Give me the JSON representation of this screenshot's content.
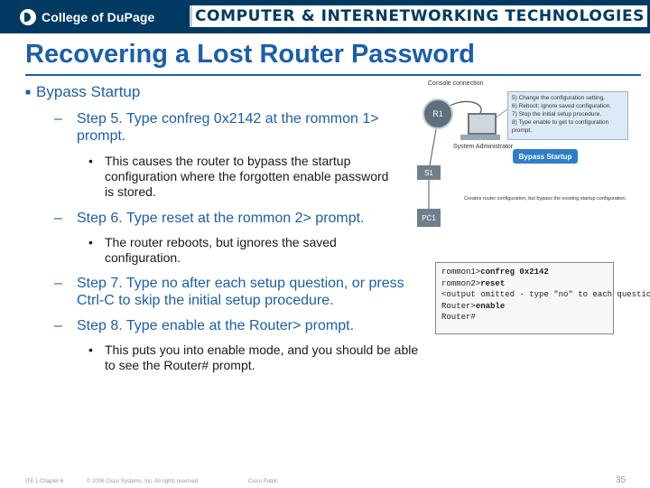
{
  "header": {
    "logo_text": "College of DuPage",
    "banner_title": "COMPUTER & INTERNETWORKING TECHNOLOGIES"
  },
  "slide": {
    "title": "Recovering a Lost Router Password",
    "bullet1": "Bypass Startup",
    "dash": "–",
    "dot": "•",
    "step5": "Step 5. Type confreg 0x2142 at the rommon 1> prompt.",
    "step5_note": "This causes the router to bypass the startup configuration where the forgotten enable password is stored.",
    "step6": "Step 6. Type reset at the rommon 2> prompt.",
    "step6_note": "The router reboots, but ignores the saved configuration.",
    "step7": "Step 7. Type no after each setup question, or press Ctrl-C to skip the initial setup procedure.",
    "step8": "Step 8. Type enable at the Router> prompt.",
    "step8_note": "This puts you into enable mode, and you should be able to see the Router# prompt."
  },
  "figure": {
    "console_label": "Console connection",
    "router_label": "R1",
    "admin_label": "System Administrator",
    "switch1_label": "S1",
    "switch2_label": "PC1",
    "callout_lines": [
      "5) Change the configuration setting.",
      "6) Reboot; ignore saved configuration.",
      "7) Stop the initial setup procedure.",
      "8) Type enable to get to configuration prompt."
    ],
    "bypass_label": "Bypass Startup",
    "caption": "Creates router configuration, but bypass the existing startup configuration."
  },
  "terminal": {
    "line1_prompt": "rommon1>",
    "line1_cmd": "confreg 0x2142",
    "line2_prompt": "rommon2>",
    "line2_cmd": "reset",
    "line3": "<output omitted - type \"no\" to each question>",
    "line4_prompt": "Router>",
    "line4_cmd": "enable",
    "line5": "Router#"
  },
  "footer": {
    "left": "ITE 1 Chapter 6",
    "copyright": "© 2006 Cisco Systems, Inc. All rights reserved.",
    "classification": "Cisco Public",
    "page": "35"
  }
}
